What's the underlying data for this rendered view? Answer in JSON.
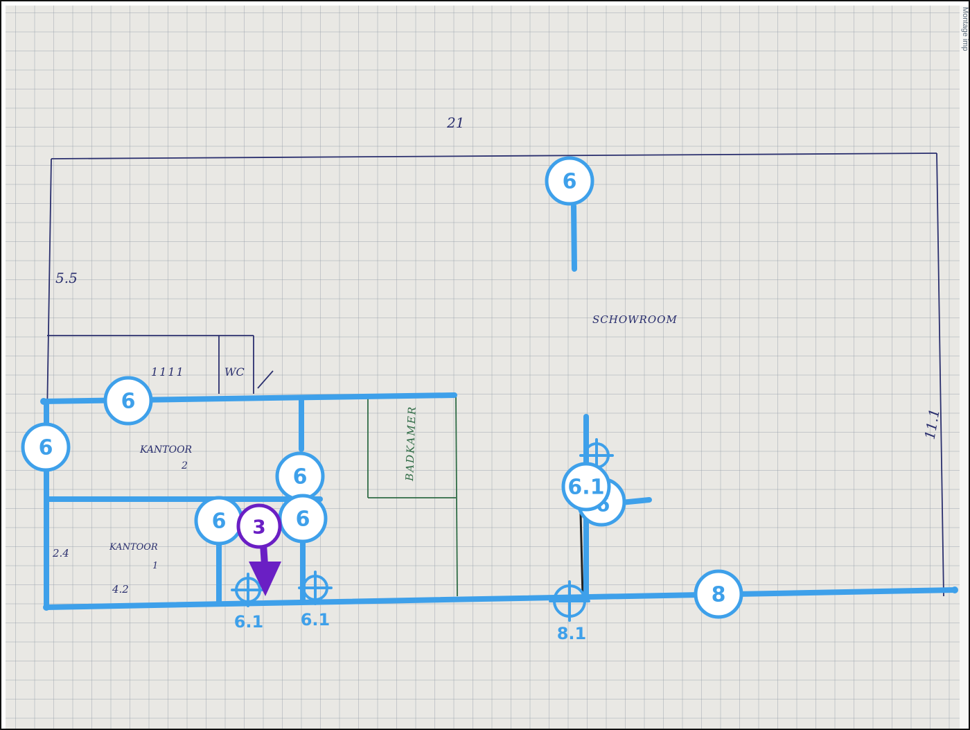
{
  "page_edge_text": "Montage imp",
  "sketch": {
    "total_width": "21",
    "left_height": "5.5",
    "right_height": "11.1",
    "showroom": "SCHOWROOM",
    "stairs": "1111",
    "wc": "WC",
    "kantoor2_line1": "KANTOOR",
    "kantoor2_line2": "2",
    "badkamer": "BADKAMER",
    "kantoor1_line1": "KANTOOR",
    "kantoor1_line2": "1",
    "dim_24": "2.4",
    "dim_42": "4.2"
  },
  "badges": {
    "top_showroom": "6",
    "top_wall": "6",
    "left_wall": "6",
    "mid_kantoor": "6",
    "lower_left": "6",
    "lower_right": "6",
    "right_partition_back": "6",
    "right_partition_front": "6.1",
    "bottom_right": "8",
    "purple_arrow": "3"
  },
  "points": {
    "p1": "6.1",
    "p2": "6.1",
    "p3": "8.1"
  },
  "colors": {
    "accent_blue": "#3ea0ea",
    "purple": "#6a1fc4",
    "pen_ink": "#2a2f6e",
    "green_pen": "#2f6b45"
  }
}
